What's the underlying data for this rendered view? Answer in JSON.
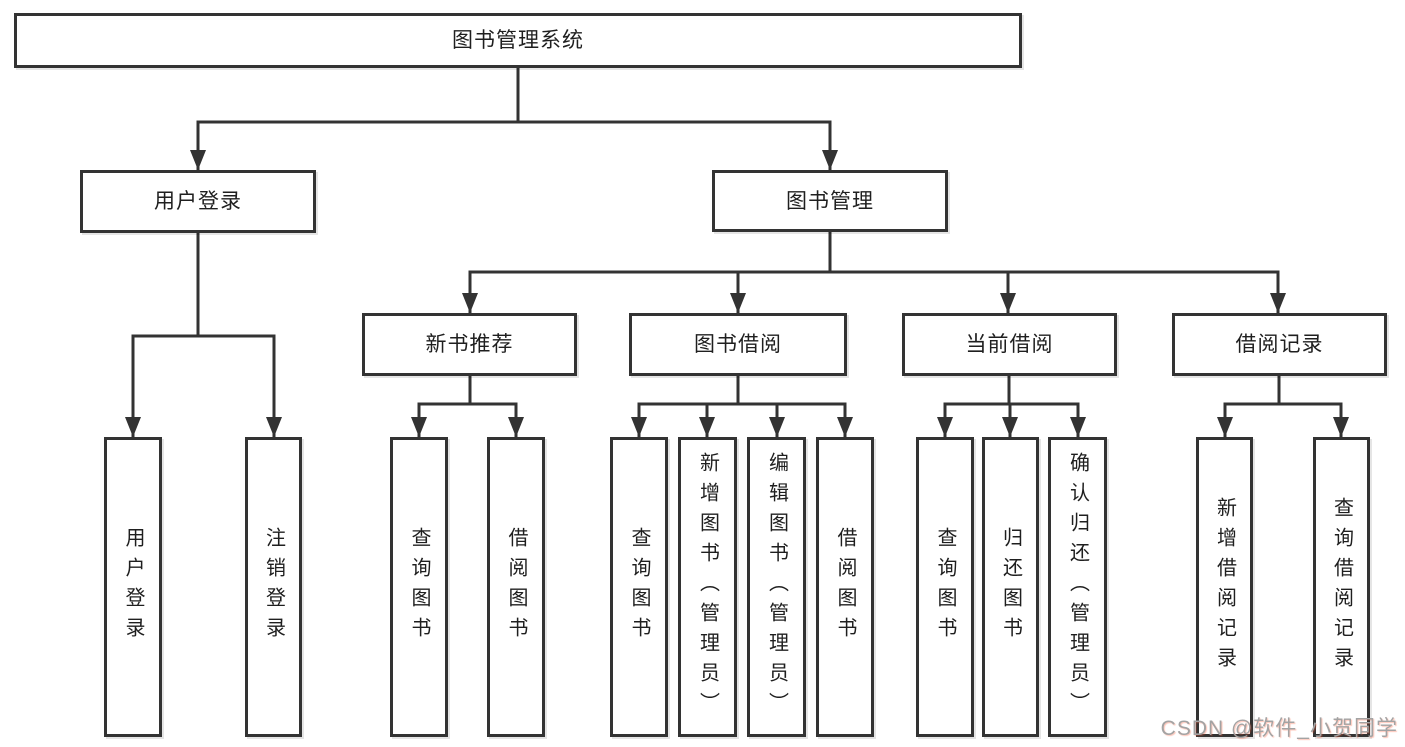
{
  "nodes": {
    "root": "图书管理系统",
    "user_login": "用户登录",
    "book_mgmt": "图书管理",
    "new_book": "新书推荐",
    "book_borrow": "图书借阅",
    "current_borrow": "当前借阅",
    "borrow_record": "借阅记录",
    "ul_login": "用户登录",
    "ul_logout": "注销登录",
    "nb_query": "查询图书",
    "nb_borrow": "借阅图书",
    "bb_query": "查询图书",
    "bb_add": "新增图书（管理员）",
    "bb_edit": "编辑图书（管理员）",
    "bb_borrow": "借阅图书",
    "cb_query": "查询图书",
    "cb_return": "归还图书",
    "cb_confirm": "确认归还（管理员）",
    "br_add": "新增借阅记录",
    "br_query": "查询借阅记录"
  },
  "structure": {
    "图书管理系统": {
      "用户登录": [
        "用户登录",
        "注销登录"
      ],
      "图书管理": {
        "新书推荐": [
          "查询图书",
          "借阅图书"
        ],
        "图书借阅": [
          "查询图书",
          "新增图书（管理员）",
          "编辑图书（管理员）",
          "借阅图书"
        ],
        "当前借阅": [
          "查询图书",
          "归还图书",
          "确认归还（管理员）"
        ],
        "借阅记录": [
          "新增借阅记录",
          "查询借阅记录"
        ]
      }
    }
  },
  "watermark": "CSDN @软件_小贺同学",
  "colors": {
    "line": "#333333",
    "box_border": "#333333",
    "box_fill": "#ffffff",
    "text": "#1f1f1f",
    "watermark_gray": "#a3a3a3",
    "watermark_accent": "#fc5531",
    "background": "#ffffff"
  }
}
